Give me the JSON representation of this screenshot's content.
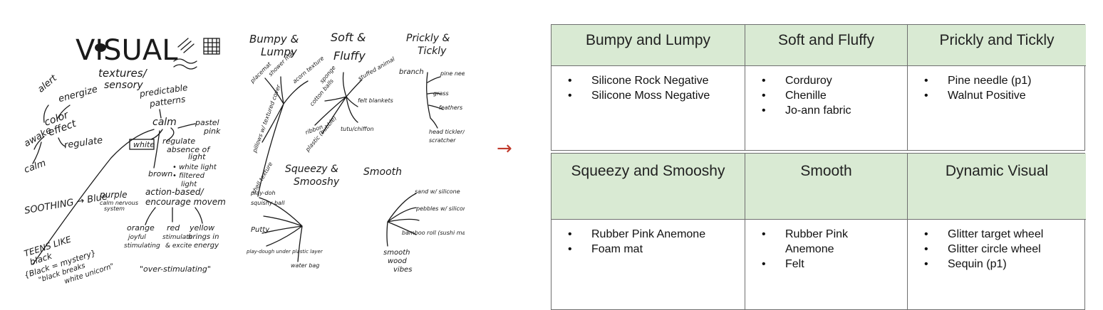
{
  "sketch_left": {
    "title": "VISUAL",
    "subtitle1": "textures/",
    "subtitle2": "sensory",
    "words": {
      "alert": "alert",
      "energize": "energize",
      "color1": "color",
      "color2": "effect",
      "awake": "awake",
      "regulate": "regulate",
      "calm_small": "calm",
      "predictable1": "predictable",
      "predictable2": "patterns",
      "calm": "calm",
      "pastel1": "pastel",
      "pastel2": "pink",
      "white": "white",
      "reg1": "regulate",
      "reg2": "absence of",
      "reg3": "light",
      "wl1": "• white light",
      "wl2": "• filtered",
      "wl3": "light",
      "brown": "brown",
      "soothing": "SOOTHING → Blue",
      "purple1": "purple",
      "purple2": "calm nervous",
      "purple3": "system",
      "action1": "action-based/",
      "action2": "encourage movement",
      "orange1": "orange",
      "orange2": "joyful",
      "orange3": "stimulating",
      "red1": "red",
      "red2": "stimulate",
      "red3": "& excite",
      "yellow1": "yellow",
      "yellow2": "brings in",
      "yellow3": "energy",
      "teens1": "TEENS LIKE",
      "teens2": "black",
      "teens3": "{Black = mystery}",
      "teens4": "\"black breaks",
      "teens5": "white unicorn\"",
      "over": "\"over-stimulating\""
    }
  },
  "sketch_right": {
    "h_bumpy1": "Bumpy &",
    "h_bumpy2": "Lumpy",
    "h_soft1": "Soft &",
    "h_soft2": "Fluffy",
    "h_prickly1": "Prickly &",
    "h_prickly2": "Tickly",
    "placemat": "placemat",
    "shower": "shower mat",
    "acorn": "acorn texture",
    "sponge": "sponge",
    "stuffed": "stuffed animal",
    "cotton": "cotton balls",
    "felt_bl": "felt blankets",
    "ribbon": "ribbon",
    "plastic": "plastic (bubble)",
    "tutu": "tutu/chiffon",
    "branch": "branch",
    "pine": "pine needles",
    "grass": "grass",
    "feathers": "feathers",
    "head": "head tickler/",
    "scratcher": "scratcher",
    "pillows": "pillows w/ textured cover",
    "shell": "shell texture",
    "squeezy1": "Squeezy &",
    "squeezy2": "Smooshy",
    "smooth": "Smooth",
    "playdoh": "play-doh",
    "squishy": "squishy ball",
    "putty": "Putty",
    "playdough2": "play-dough under plastic layer",
    "water": "water bag",
    "sand": "sand w/ silicone",
    "pebbles": "pebbles w/ silicone",
    "bamboo": "bamboo roll (sushi mat)",
    "smooth_wood1": "smooth",
    "smooth_wood2": "wood",
    "smooth_wood3": "vibes"
  },
  "arrow": "→",
  "colors": {
    "header_bg": "#d9ead3",
    "arrow": "#c0392b",
    "border": "#6f6f6f"
  },
  "table": {
    "rows": [
      {
        "cells": [
          {
            "header": "Bumpy and Lumpy",
            "items": [
              "Silicone Rock Negative",
              "Silicone Moss Negative"
            ]
          },
          {
            "header": "Soft and Fluffy",
            "items": [
              "Corduroy",
              "Chenille",
              "Jo-ann fabric"
            ]
          },
          {
            "header": "Prickly and Tickly",
            "items": [
              "Pine needle (p1)",
              "Walnut Positive"
            ]
          }
        ]
      },
      {
        "cells": [
          {
            "header": "Squeezy and Smooshy",
            "items": [
              "Rubber Pink Anemone",
              "Foam mat"
            ]
          },
          {
            "header": "Smooth",
            "items": [
              "Rubber Pink Anemone",
              "Felt"
            ]
          },
          {
            "header": "Dynamic Visual",
            "items": [
              "Glitter target wheel",
              "Glitter circle wheel",
              "Sequin (p1)"
            ]
          }
        ]
      }
    ]
  }
}
